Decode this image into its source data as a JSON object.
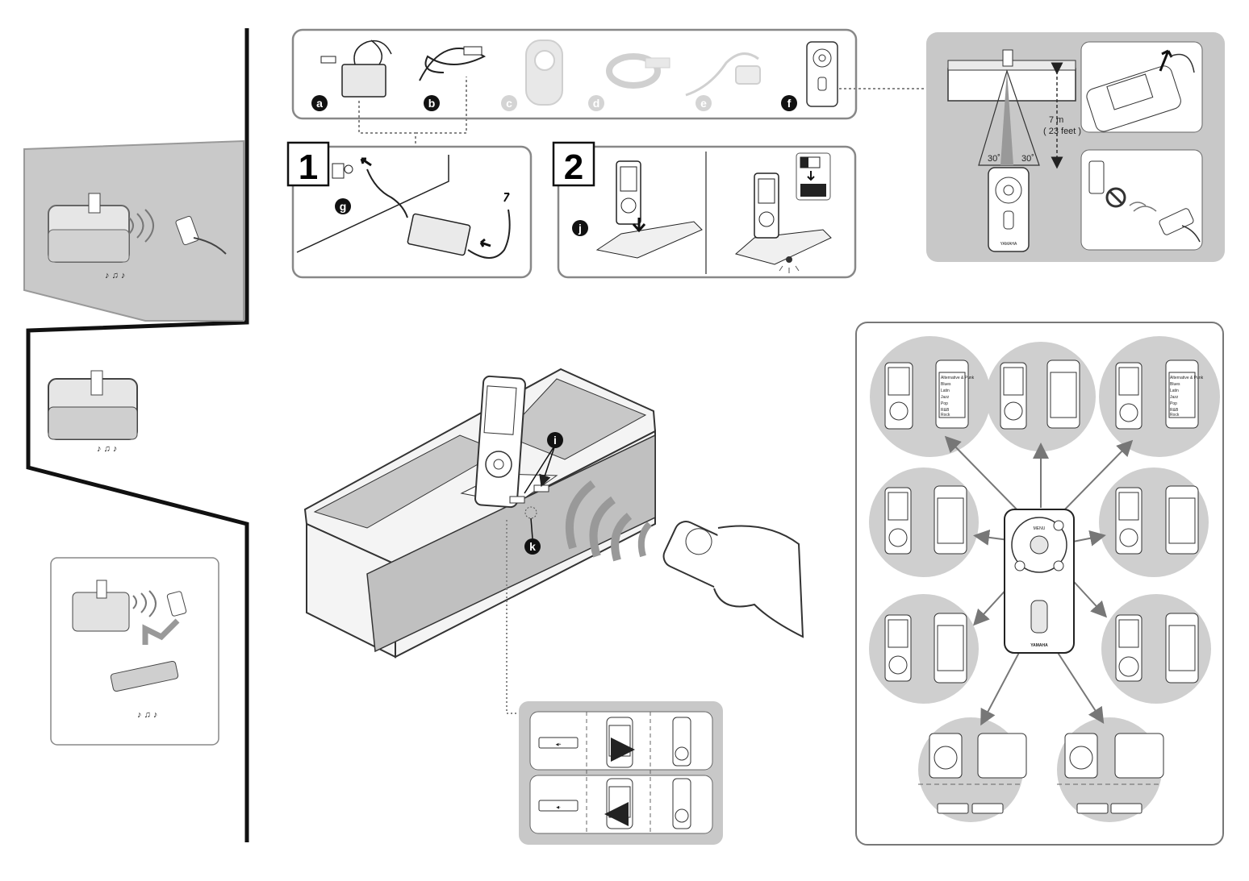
{
  "accessories": {
    "a": "a",
    "b": "b",
    "c": "c",
    "d": "d",
    "e": "e",
    "f": "f"
  },
  "steps": {
    "one": "1",
    "two": "2"
  },
  "parts": {
    "g": "g",
    "i": "i",
    "j": "j",
    "k": "k"
  },
  "range": {
    "distance": "7 m",
    "distance_ft": "( 23 feet )",
    "angle_left": "30˚",
    "angle_right": "30˚"
  },
  "remote": {
    "brand": "YAMAHA",
    "menu_label": "MENU"
  },
  "menu_list": [
    "Alternative & Punk",
    "Blues",
    "Latin",
    "Jazz",
    "Pop",
    "R&B",
    "Rock"
  ],
  "menu_list_short": [
    "Alternative & Punk",
    "Blues",
    "Latin",
    "Jazz",
    "Pop",
    "R&B",
    "Rock"
  ],
  "colors": {
    "panel_bg": "#c8c8c8",
    "circle_bg": "#cfcfcf",
    "outline": "#555555",
    "badge": "#111111"
  },
  "icons": [
    "ac-adapter-icon",
    "usb-cable-icon",
    "dock-adapter-icon",
    "cable-strap-icon",
    "power-cord-icon",
    "remote-control-icon",
    "prohibited-icon"
  ]
}
